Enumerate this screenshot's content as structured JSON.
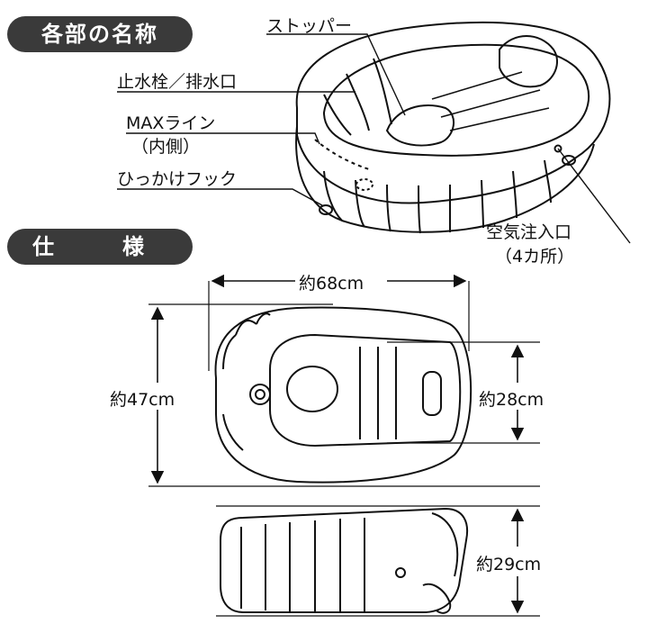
{
  "sections": {
    "parts": "各部の名称",
    "specs": "仕　様"
  },
  "parts_labels": {
    "stopper": "ストッパー",
    "plug_drain": "止水栓／排水口",
    "max_line": "MAXライン",
    "max_line_note": "（内側）",
    "hook": "ひっかけフック",
    "air_inlet": "空気注入口",
    "air_inlet_note": "（4カ所）"
  },
  "dimensions": {
    "length": "約68cm",
    "width": "約47cm",
    "inner_width": "約28cm",
    "height": "約29cm"
  }
}
